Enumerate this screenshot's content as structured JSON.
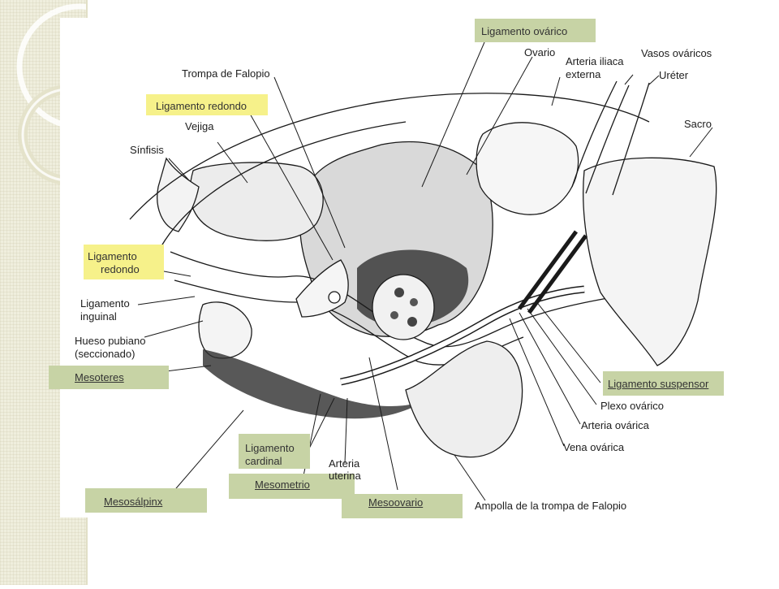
{
  "colors": {
    "yellow_highlight": "#f6f18a",
    "green_highlight": "#c7d3a5",
    "side_strip": "#efeedd"
  },
  "highlighted_labels": {
    "ligamento_ovarico": "Ligamento ovárico",
    "ligamento_redondo_top": "Ligamento redondo",
    "ligamento_redondo_left_line1": "Ligamento",
    "ligamento_redondo_left_line2": "redondo",
    "mesoteres": "Mesoteres",
    "ligamento_suspensor": "Ligamento suspensor",
    "ligamento_cardinal_line1": "Ligamento",
    "ligamento_cardinal_line2": "cardinal",
    "mesometrio": "Mesometrio",
    "mesosalpinx": "Mesosálpinx",
    "mesoovario": "Mesoovario"
  },
  "labels": {
    "trompa_falopio": "Trompa de Falopio",
    "vejiga": "Vejiga",
    "sinfisis": "Sínfisis",
    "ligamento_inguinal_line1": "Ligamento",
    "ligamento_inguinal_line2": "inguinal",
    "hueso_pubiano_line1": "Hueso pubiano",
    "hueso_pubiano_line2": "(seccionado)",
    "ovario": "Ovario",
    "arteria_iliaca_line1": "Arteria iliaca",
    "arteria_iliaca_line2": "externa",
    "vasos_ovaricos": "Vasos ováricos",
    "ureter": "Uréter",
    "sacro": "Sacro",
    "plexo_ovarico": "Plexo ovárico",
    "arteria_ovarica": "Arteria ovárica",
    "vena_ovarica": "Vena ovárica",
    "arteria_uterina_line1": "Arteria",
    "arteria_uterina_line2": "uterina",
    "ampolla": "Ampolla de la trompa de Falopio"
  }
}
